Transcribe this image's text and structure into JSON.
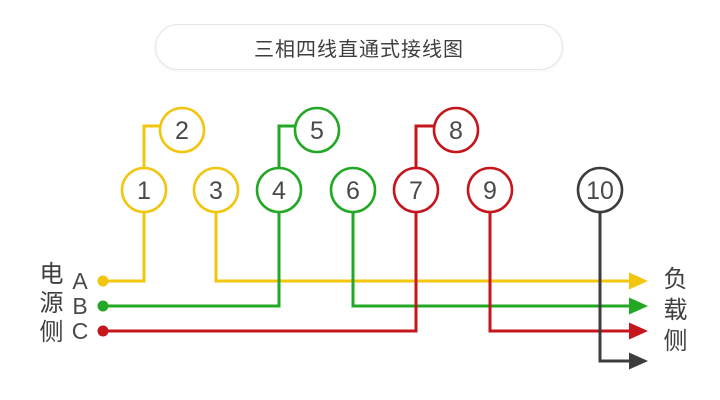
{
  "title": "三相四线直通式接线图",
  "source_side": {
    "label": "电源侧",
    "phases": [
      "A",
      "B",
      "C"
    ]
  },
  "load_side": {
    "label": "负载侧"
  },
  "terminals": [
    {
      "label": "1",
      "phase": "A"
    },
    {
      "label": "2",
      "phase": "A"
    },
    {
      "label": "3",
      "phase": "A"
    },
    {
      "label": "4",
      "phase": "B"
    },
    {
      "label": "5",
      "phase": "B"
    },
    {
      "label": "6",
      "phase": "B"
    },
    {
      "label": "7",
      "phase": "C"
    },
    {
      "label": "8",
      "phase": "C"
    },
    {
      "label": "9",
      "phase": "C"
    },
    {
      "label": "10",
      "phase": "N"
    }
  ],
  "colors": {
    "phase_a": "#F3C50F",
    "phase_b": "#23A826",
    "phase_c": "#C5161D",
    "neutral": "#3D3D3D",
    "terminal_number": "#4A4A4A",
    "label_text": "#3F3F3F",
    "pill_border": "#E5E5E5"
  }
}
